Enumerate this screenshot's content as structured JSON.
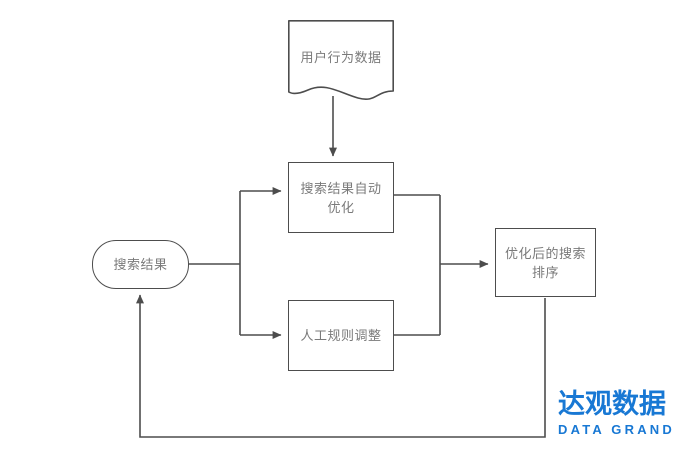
{
  "diagram": {
    "type": "flowchart",
    "background_color": "#ffffff",
    "edge_color": "#4d4d4d",
    "node_border_color": "#4d4d4d",
    "node_text_color": "#7a7a7a",
    "nodes": [
      {
        "id": "user-behavior-data",
        "label": "用户行为数据",
        "shape": "document"
      },
      {
        "id": "auto-optimize",
        "label": "搜索结果自动\n优化",
        "shape": "rectangle"
      },
      {
        "id": "manual-rules",
        "label": "人工规则调整",
        "shape": "rectangle"
      },
      {
        "id": "search-results",
        "label": "搜索结果",
        "shape": "rounded-rectangle"
      },
      {
        "id": "optimized-ranking",
        "label": "优化后的搜索\n排序",
        "shape": "rectangle"
      }
    ],
    "edges": [
      {
        "from": "user-behavior-data",
        "to": "auto-optimize",
        "arrow": true
      },
      {
        "from": "search-results",
        "to": "auto-optimize",
        "arrow": true
      },
      {
        "from": "search-results",
        "to": "manual-rules",
        "arrow": true
      },
      {
        "from": "auto-optimize",
        "to": "optimized-ranking",
        "arrow": true
      },
      {
        "from": "manual-rules",
        "to": "optimized-ranking",
        "arrow": true
      },
      {
        "from": "optimized-ranking",
        "to": "search-results",
        "arrow": true
      }
    ]
  },
  "branding": {
    "name_cn": "达观数据",
    "name_en": "DATA GRAND",
    "color": "#1878D4"
  }
}
